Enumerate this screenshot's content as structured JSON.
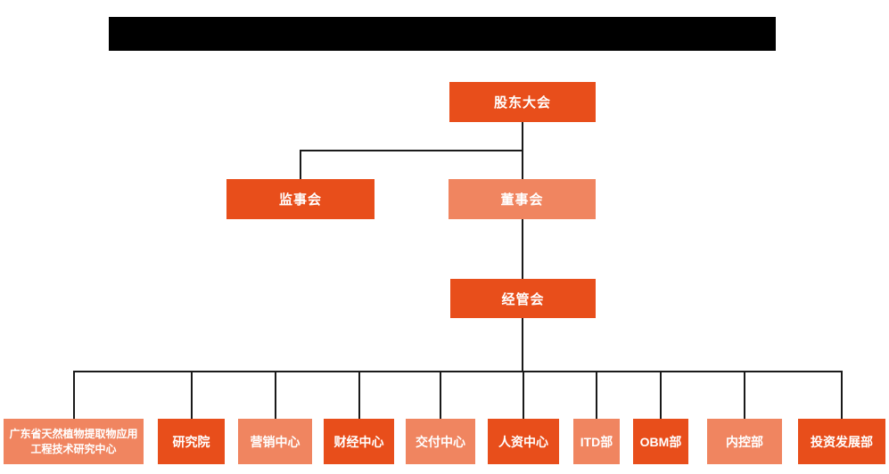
{
  "diagram": {
    "type": "org-chart",
    "header": {
      "redacted_title": true
    },
    "colors": {
      "primary": "#E84E1B",
      "secondary": "#F08560",
      "line": "#1A1A1A",
      "text": "#FFFFFF"
    },
    "nodes": {
      "shareholders": {
        "label": "股东大会",
        "variant": "dark"
      },
      "supervisory": {
        "label": "监事会",
        "variant": "dark"
      },
      "board": {
        "label": "董事会",
        "variant": "light"
      },
      "management": {
        "label": "经管会",
        "variant": "dark"
      },
      "departments": [
        {
          "label": "广东省天然植物提取物应用工程技术研究中心",
          "variant": "light"
        },
        {
          "label": "研究院",
          "variant": "dark"
        },
        {
          "label": "营销中心",
          "variant": "light"
        },
        {
          "label": "财经中心",
          "variant": "dark"
        },
        {
          "label": "交付中心",
          "variant": "light"
        },
        {
          "label": "人资中心",
          "variant": "dark"
        },
        {
          "label": "ITD部",
          "variant": "light"
        },
        {
          "label": "OBM部",
          "variant": "dark"
        },
        {
          "label": "内控部",
          "variant": "light"
        },
        {
          "label": "投资发展部",
          "variant": "dark"
        }
      ]
    },
    "edges": [
      [
        "shareholders",
        "supervisory"
      ],
      [
        "shareholders",
        "board"
      ],
      [
        "board",
        "management"
      ],
      [
        "management",
        "departments"
      ]
    ]
  }
}
